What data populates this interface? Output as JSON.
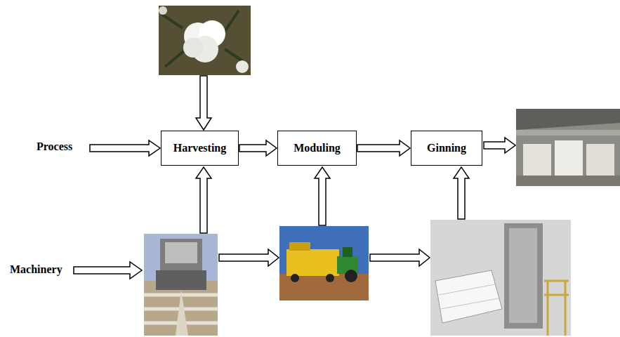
{
  "diagram": {
    "nodes": [
      {
        "text": [
          "Harvesting"
        ]
      },
      {
        "text": [
          "Moduling"
        ]
      },
      {
        "text": [
          "Ginning"
        ]
      }
    ],
    "edges": [
      {
        "from": 0,
        "to": 1,
        "arrow": "to"
      },
      {
        "from": 1,
        "to": 2,
        "arrow": "to"
      }
    ],
    "labels": [
      "Process",
      "Machinery"
    ]
  }
}
